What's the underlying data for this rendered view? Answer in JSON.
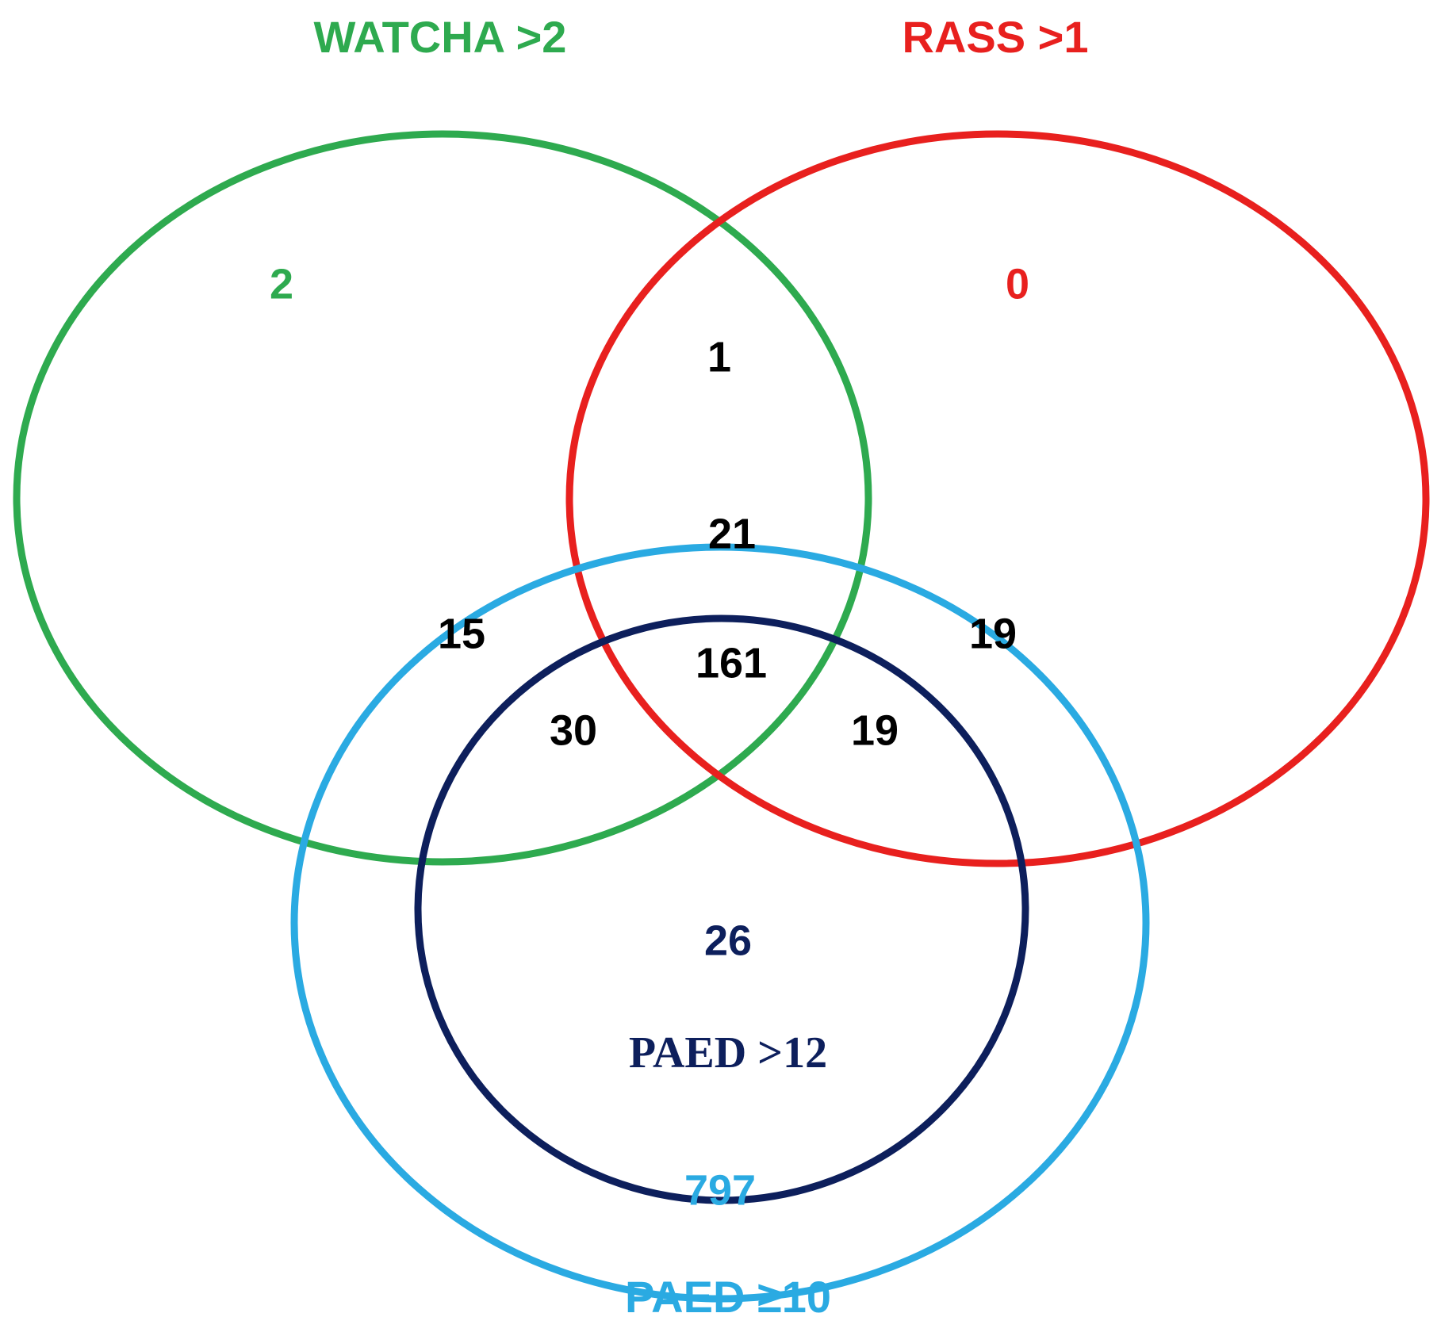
{
  "colors": {
    "watcha": "#2eaa4f",
    "rass": "#e8201e",
    "paed10": "#2aaae2",
    "paed12": "#0d1f5c",
    "count": "#000000",
    "background": "#ffffff"
  },
  "sets": {
    "watcha": {
      "label": "WATCHA >2"
    },
    "rass": {
      "label": "RASS >1"
    },
    "paed10": {
      "label": "PAED ≥10"
    },
    "paed12": {
      "label": "PAED >12"
    }
  },
  "regions": {
    "watcha_only": "2",
    "rass_only": "0",
    "watcha_rass": "1",
    "watcha_rass_paed10": "21",
    "watcha_paed10": "15",
    "rass_paed10": "19",
    "all_four": "161",
    "watcha_paed12": "30",
    "rass_paed12": "19",
    "paed12_only": "26",
    "paed10_only": "797"
  }
}
